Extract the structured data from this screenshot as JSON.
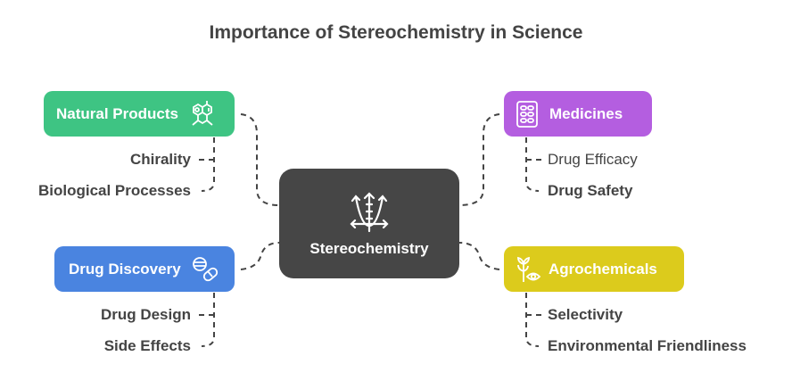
{
  "title": "Importance of Stereochemistry in Science",
  "center": {
    "label": "Stereochemistry",
    "icon": "parabola-arrows-icon",
    "color": "#464646"
  },
  "branches": [
    {
      "label": "Natural Products",
      "icon": "molecule-icon",
      "color": "#3ec483",
      "items": [
        "Chirality",
        "Biological Processes"
      ]
    },
    {
      "label": "Drug Discovery",
      "icon": "pills-icon",
      "color": "#4a84e0",
      "items": [
        "Drug Design",
        "Side Effects"
      ]
    },
    {
      "label": "Medicines",
      "icon": "pill-pack-icon",
      "color": "#b45ee0",
      "items": [
        "Drug Efficacy",
        "Drug Safety"
      ]
    },
    {
      "label": "Agrochemicals",
      "icon": "plant-eye-icon",
      "color": "#dccb1c",
      "items": [
        "Selectivity",
        "Environmental Friendliness"
      ]
    }
  ]
}
